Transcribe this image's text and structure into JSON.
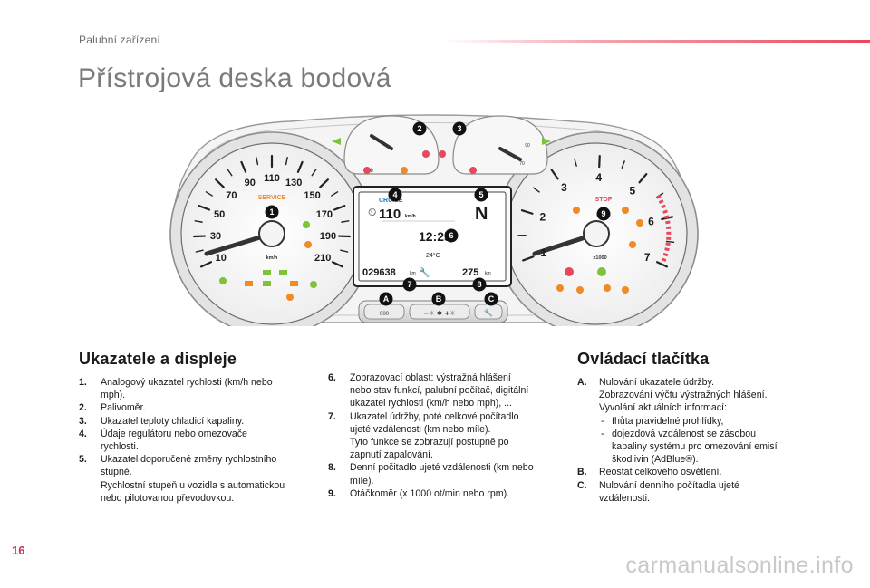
{
  "header": {
    "section": "Palubní zařízení",
    "title": "Přístrojová deska bodová"
  },
  "cluster": {
    "speed_ticks": [
      "10",
      "30",
      "50",
      "70",
      "90",
      "110",
      "130",
      "150",
      "170",
      "190",
      "210"
    ],
    "speed_unit": "km/h",
    "rpm_ticks": [
      "1",
      "2",
      "3",
      "4",
      "5",
      "6",
      "7"
    ],
    "rpm_unit": "x1000",
    "temp_labels": [
      "90",
      "70"
    ],
    "fuel_labels": [
      "0"
    ],
    "service_label": "SERVICE",
    "stop_label": "STOP",
    "display": {
      "cruise": "CRUISE",
      "cruise_speed": "110",
      "cruise_unit": "km/h",
      "gear": "N",
      "time": "12:25",
      "temperature": "24°C",
      "odometer": "029638",
      "odometer_unit": "km",
      "service_distance": "275",
      "service_unit": "km"
    },
    "callouts": [
      "1",
      "2",
      "3",
      "4",
      "5",
      "6",
      "7",
      "8",
      "9"
    ],
    "buttons": [
      {
        "letter": "A",
        "label": "000"
      },
      {
        "letter": "B",
        "label": "−☼ ✱ +☼"
      },
      {
        "letter": "C",
        "label": ""
      }
    ]
  },
  "left_section": {
    "title": "Ukazatele a displeje",
    "items": [
      {
        "num": "1.",
        "lines": [
          "Analogový ukazatel rychlosti (km/h nebo",
          "mph)."
        ]
      },
      {
        "num": "2.",
        "lines": [
          "Palivoměr."
        ]
      },
      {
        "num": "3.",
        "lines": [
          "Ukazatel teploty chladicí kapaliny."
        ]
      },
      {
        "num": "4.",
        "lines": [
          "Údaje regulátoru nebo omezovače",
          "rychlosti."
        ]
      },
      {
        "num": "5.",
        "lines": [
          "Ukazatel doporučené změny rychlostního",
          "stupně.",
          "Rychlostní stupeň u vozidla s automatickou",
          "nebo pilotovanou převodovkou."
        ]
      }
    ]
  },
  "middle_section": {
    "items": [
      {
        "num": "6.",
        "lines": [
          "Zobrazovací oblast: výstražná hlášení",
          "nebo stav funkcí, palubní počítač, digitální",
          "ukazatel rychlosti (km/h nebo mph), ..."
        ]
      },
      {
        "num": "7.",
        "lines": [
          "Ukazatel údržby, poté celkové počítadlo",
          "ujeté vzdálenosti (km nebo míle).",
          "Tyto funkce se zobrazují postupně po",
          "zapnutí zapalování."
        ]
      },
      {
        "num": "8.",
        "lines": [
          "Denní počitadlo ujeté vzdálenosti (km nebo",
          "míle)."
        ]
      },
      {
        "num": "9.",
        "lines": [
          "Otáčkoměr (x 1000 ot/min nebo rpm)."
        ]
      }
    ]
  },
  "right_section": {
    "title": "Ovládací tlačítka",
    "items": [
      {
        "num": "A.",
        "lines": [
          "Nulování ukazatele údržby.",
          "Zobrazování výčtu výstražných hlášení.",
          "Vyvolání aktuálních informací:"
        ],
        "dashes": [
          [
            "Ihůta pravidelné prohlídky,"
          ],
          [
            "dojezdová vzdálenost se zásobou",
            "kapaliny systému pro omezování emisí",
            "škodlivin (AdBlue®)."
          ]
        ]
      },
      {
        "num": "B.",
        "lines": [
          "Reostat celkového osvětlení."
        ]
      },
      {
        "num": "C.",
        "lines": [
          "Nulování denního počítadla ujeté",
          "vzdálenosti."
        ]
      }
    ]
  },
  "footer": {
    "page_number": "16",
    "watermark": "carmanualsonline.info"
  },
  "colors": {
    "accent_red": "#e8475c",
    "page_number": "#c2324c",
    "warning_orange": "#f08a24",
    "indicator_green": "#7cc33a",
    "cruise_blue": "#1a6fc6"
  }
}
